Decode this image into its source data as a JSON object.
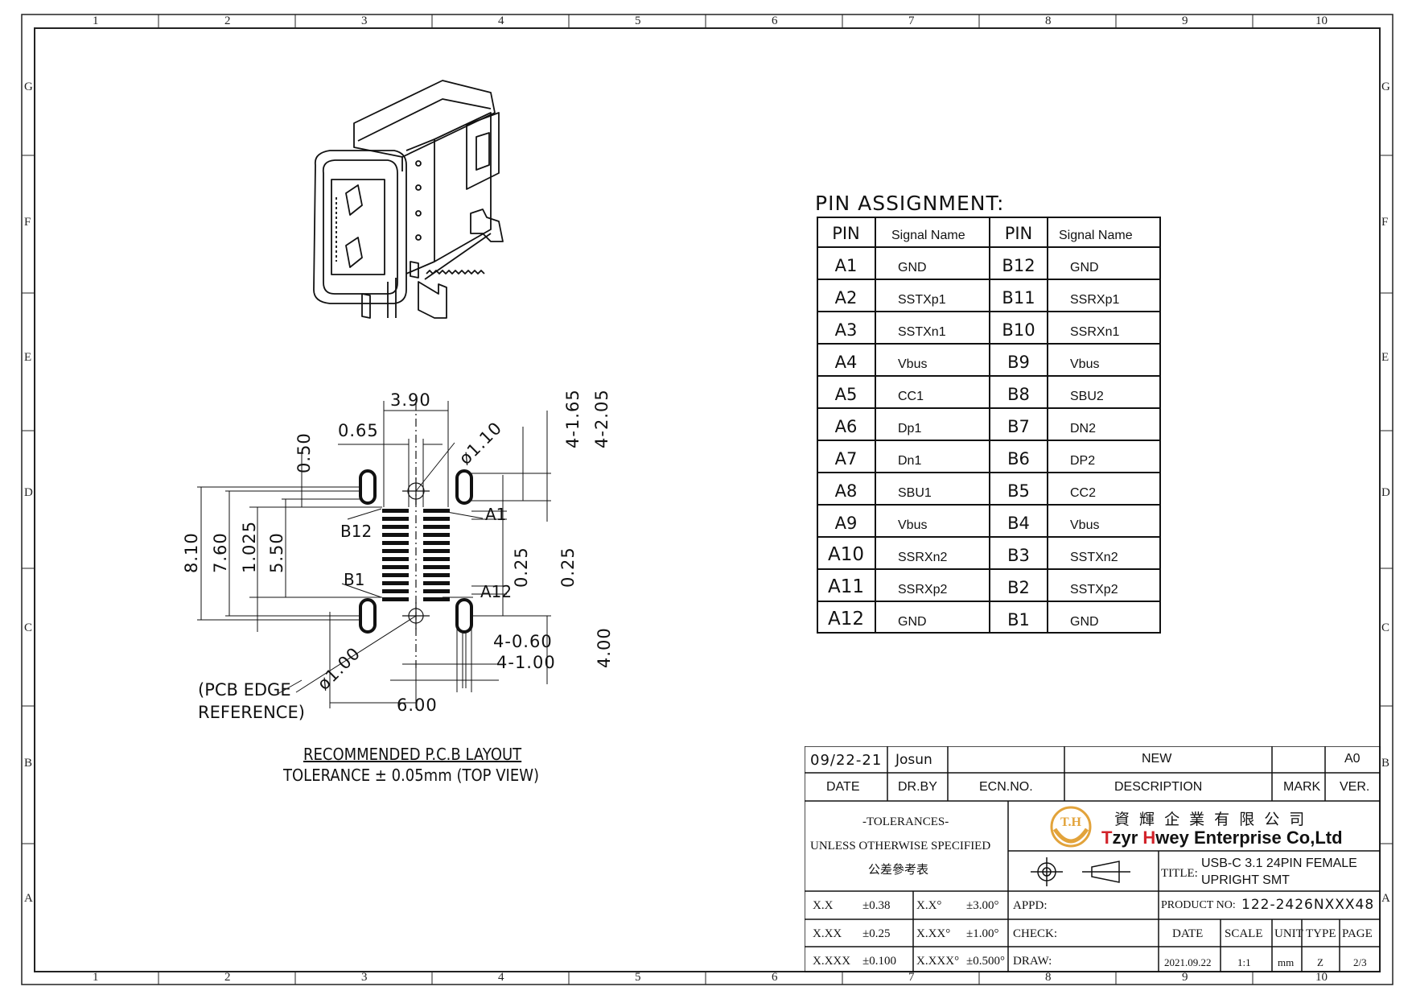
{
  "drawing": {
    "zones_columns": [
      "1",
      "2",
      "3",
      "4",
      "5",
      "6",
      "7",
      "8",
      "9",
      "10"
    ],
    "zones_rows": [
      "G",
      "F",
      "E",
      "D",
      "C",
      "B",
      "A"
    ],
    "layout_title": "RECOMMENDED P.C.B LAYOUT",
    "layout_subtitle": "TOLERANCE ± 0.05mm (TOP VIEW)",
    "pcb_edge_line1": "(PCB EDGE",
    "pcb_edge_line2": "REFERENCE)",
    "pin_labels": {
      "a1": "A1",
      "b12": "B12",
      "b1": "B1",
      "a12": "A12"
    },
    "dimensions": {
      "d_3_90": "3.90",
      "d_0_65": "0.65",
      "d_phi_1_10": "ø1.10",
      "d_0_50": "0.50",
      "d_4_1_65": "4-1.65",
      "d_4_2_05": "4-2.05",
      "d_8_10": "8.10",
      "d_7_60": "7.60",
      "d_1_025": "1.025",
      "d_5_50": "5.50",
      "d_0_25a": "0.25",
      "d_0_25b": "0.25",
      "d_phi_1_00": "ø1.00",
      "d_4_0_60": "4-0.60",
      "d_4_1_00": "4-1.00",
      "d_4_00": "4.00",
      "d_6_00": "6.00"
    }
  },
  "pin_assignment": {
    "title": "PIN ASSIGNMENT:",
    "headers": [
      "PIN",
      "Signal Name",
      "PIN",
      "Signal Name"
    ],
    "rows": [
      [
        "A1",
        "GND",
        "B12",
        "GND"
      ],
      [
        "A2",
        "SSTXp1",
        "B11",
        "SSRXp1"
      ],
      [
        "A3",
        "SSTXn1",
        "B10",
        "SSRXn1"
      ],
      [
        "A4",
        "Vbus",
        "B9",
        "Vbus"
      ],
      [
        "A5",
        "CC1",
        "B8",
        "SBU2"
      ],
      [
        "A6",
        "Dp1",
        "B7",
        "DN2"
      ],
      [
        "A7",
        "Dn1",
        "B6",
        "DP2"
      ],
      [
        "A8",
        "SBU1",
        "B5",
        "CC2"
      ],
      [
        "A9",
        "Vbus",
        "B4",
        "Vbus"
      ],
      [
        "A10",
        "SSRXn2",
        "B3",
        "SSTXn2"
      ],
      [
        "A11",
        "SSRXp2",
        "B2",
        "SSTXp2"
      ],
      [
        "A12",
        "GND",
        "B1",
        "GND"
      ]
    ]
  },
  "title_block": {
    "revision": {
      "date": "09/22-21",
      "drawn_by": "Josun",
      "description": "NEW",
      "version": "A0",
      "h_date": "DATE",
      "h_drby": "DR.BY",
      "h_ecn": "ECN.NO.",
      "h_desc": "DESCRIPTION",
      "h_mark": "MARK",
      "h_ver": "VER."
    },
    "tolerances": {
      "title": "-TOLERANCES-",
      "line2": "UNLESS OTHERWISE SPECIFIED",
      "line3": "公差參考表",
      "rows": [
        [
          "X.X",
          "±0.38",
          "X.X°",
          "±3.00°"
        ],
        [
          "X.XX",
          "±0.25",
          "X.XX°",
          "±1.00°"
        ],
        [
          "X.XXX",
          "±0.100",
          "X.XXX°",
          "±0.500°"
        ]
      ]
    },
    "company": {
      "chinese": "資 輝 企 業 有 限 公 司",
      "name_prefix": "T",
      "name_mid1": "zyr ",
      "name_h": "H",
      "name_rest": "wey Enterprise Co,Ltd",
      "logo_text": "T.H"
    },
    "title_label": "TITLE:",
    "title_line1": "USB-C 3.1 24PIN FEMALE",
    "title_line2": "UPRIGHT SMT",
    "appd_label": "APPD:",
    "check_label": "CHECK:",
    "draw_label": "DRAW:",
    "product_label": "PRODUCT NO:",
    "product_no": "122-2426NXXX48",
    "meta_headers": [
      "DATE",
      "SCALE",
      "UNIT",
      "TYPE",
      "PAGE"
    ],
    "meta_values": [
      "2021.09.22",
      "1:1",
      "mm",
      "Z",
      "2/3"
    ]
  },
  "colors": {
    "brand_red": "#d2232a",
    "logo_gold": "#e2a33b",
    "line": "#111111"
  }
}
